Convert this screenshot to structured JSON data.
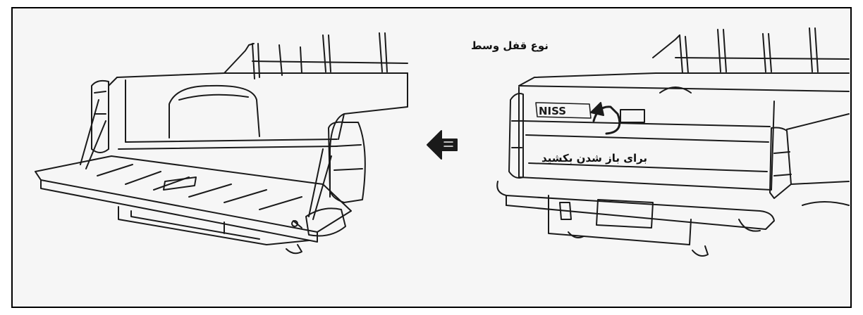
{
  "figure": {
    "labels": {
      "lock_type": "نوع قفل وسط",
      "pull_to_open": "برای باز شدن بکشید"
    },
    "tailgate_badge": "NISS",
    "colors": {
      "frame_border": "#000000",
      "background": "#f6f6f6",
      "ink": "#1a1a1a"
    }
  }
}
